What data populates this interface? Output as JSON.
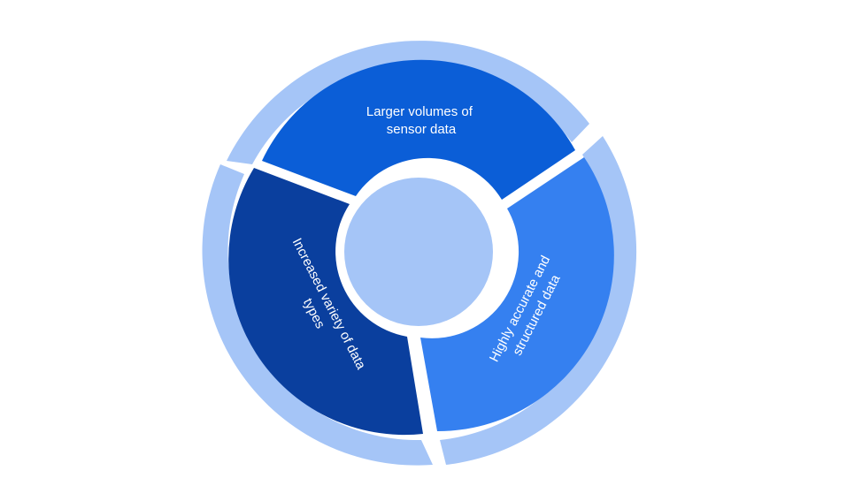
{
  "diagram": {
    "segments": [
      {
        "id": "top",
        "line1": "Larger volumes of",
        "line2": "sensor data",
        "color": "#0b5ed7"
      },
      {
        "id": "right",
        "line1": "Highly accurate and",
        "line2": "structured data",
        "color": "#3580f0"
      },
      {
        "id": "left",
        "line1": "Increased variety of data",
        "line2": "types",
        "color": "#0a3f9e"
      }
    ],
    "outer_ring_color": "#a5c5f7",
    "center_color": "#a5c5f7",
    "background": "#ffffff"
  }
}
